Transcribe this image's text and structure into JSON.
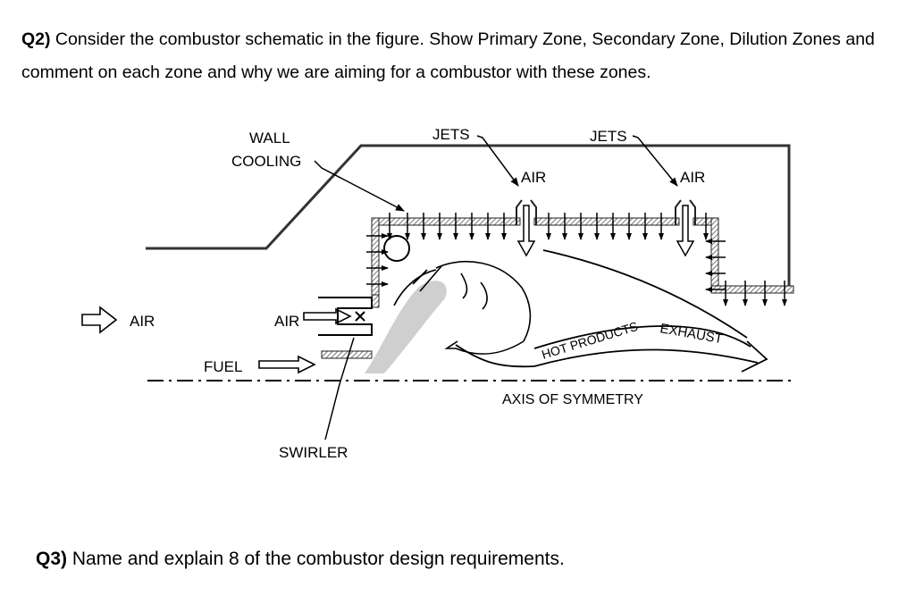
{
  "q2": {
    "number": "Q2)",
    "text": " Consider the combustor schematic in the figure. Show Primary Zone, Secondary Zone, Dilution Zones and comment on each zone and why we are aiming for a combustor with these zones."
  },
  "figure": {
    "labels": {
      "wall": "WALL",
      "cooling": "COOLING",
      "jets1": "JETS",
      "jets2": "JETS",
      "air_jet1": "AIR",
      "air_jet2": "AIR",
      "air_inlet": "AIR",
      "air_swirl": "AIR",
      "fuel": "FUEL",
      "hot_products": "HOT PRODUCTS",
      "exhaust": "EXHAUST",
      "axis": "AXIS OF SYMMETRY",
      "swirler": "SWIRLER"
    }
  },
  "q3": {
    "number": "Q3)",
    "text": " Name and explain 8 of the combustor design requirements."
  }
}
